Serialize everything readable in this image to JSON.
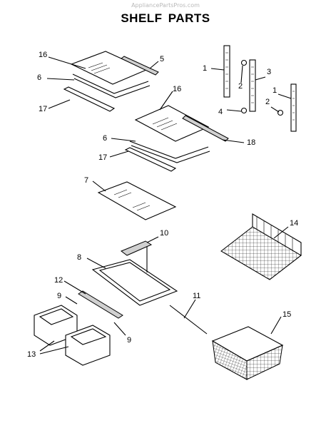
{
  "watermark": "AppliancePartsPros.com",
  "title": "SHELF PARTS",
  "callouts": {
    "c16a": "16",
    "c5": "5",
    "c6a": "6",
    "c17a": "17",
    "c16b": "16",
    "c6b": "6",
    "c17b": "17",
    "c18": "18",
    "c1a": "1",
    "c2a": "2",
    "c3": "3",
    "c1b": "1",
    "c2b": "2",
    "c4": "4",
    "c7": "7",
    "c10": "10",
    "c8": "8",
    "c14": "14",
    "c12": "12",
    "c9a": "9",
    "c11": "11",
    "c9b": "9",
    "c13": "13",
    "c15": "15"
  }
}
